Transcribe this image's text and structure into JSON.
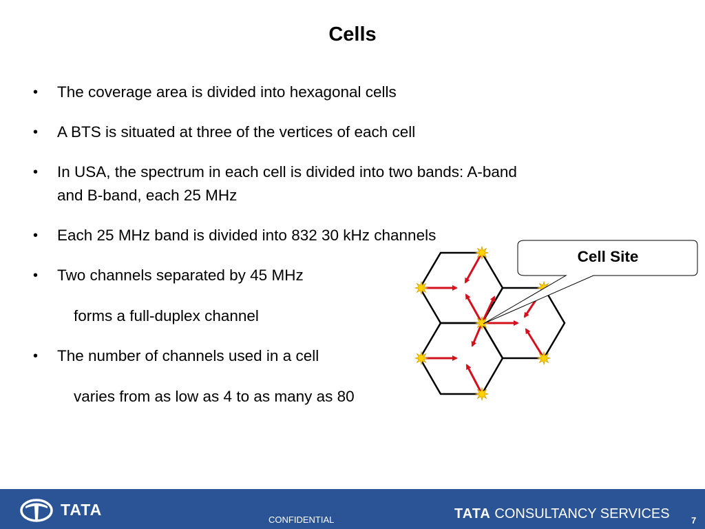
{
  "slide": {
    "title": "Cells",
    "bullets": [
      {
        "text": "The coverage area is divided into hexagonal cells"
      },
      {
        "text": "A BTS is situated at three of the vertices of each cell"
      },
      {
        "line1": "In USA, the spectrum in each cell is divided into two bands: A-band",
        "line2": "and B-band, each 25 MHz"
      },
      {
        "text": "Each 25 MHz band is divided into 832 30 kHz channels"
      },
      {
        "text": "Two channels separated by 45 MHz"
      },
      {
        "text": "The number of channels used in a cell"
      }
    ],
    "subs": [
      "forms a full-duplex channel",
      "varies from as low as 4 to as many as 80"
    ],
    "bullet_symbol": "•"
  },
  "diagram": {
    "callout_label": "Cell Site",
    "colors": {
      "hexagon_stroke": "#000000",
      "arrow": "#d4101c",
      "star": "#ffd200",
      "star_stroke": "#d4a000",
      "callout_border": "#000000"
    },
    "icons": [
      "star-icon",
      "arrow-icon"
    ]
  },
  "footer": {
    "brand": "TATA",
    "confidential": "CONFIDENTIAL",
    "company_bold": "TATA",
    "company_rest": " CONSULTANCY SERVICES",
    "page": "7",
    "background": "#2a5495"
  }
}
